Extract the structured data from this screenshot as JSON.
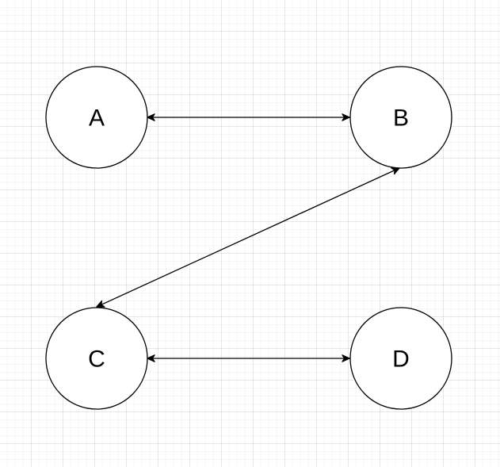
{
  "diagram": {
    "nodes": [
      {
        "id": "A",
        "label": "A"
      },
      {
        "id": "B",
        "label": "B"
      },
      {
        "id": "C",
        "label": "C"
      },
      {
        "id": "D",
        "label": "D"
      }
    ],
    "edges": [
      {
        "from": "A",
        "to": "B",
        "direction": "bidirectional"
      },
      {
        "from": "B",
        "to": "C",
        "direction": "bidirectional"
      },
      {
        "from": "C",
        "to": "D",
        "direction": "bidirectional"
      }
    ],
    "colors": {
      "stroke": "#000000",
      "node_fill": "#ffffff",
      "background": "#ffffff",
      "grid": "#e6e6e6"
    }
  }
}
